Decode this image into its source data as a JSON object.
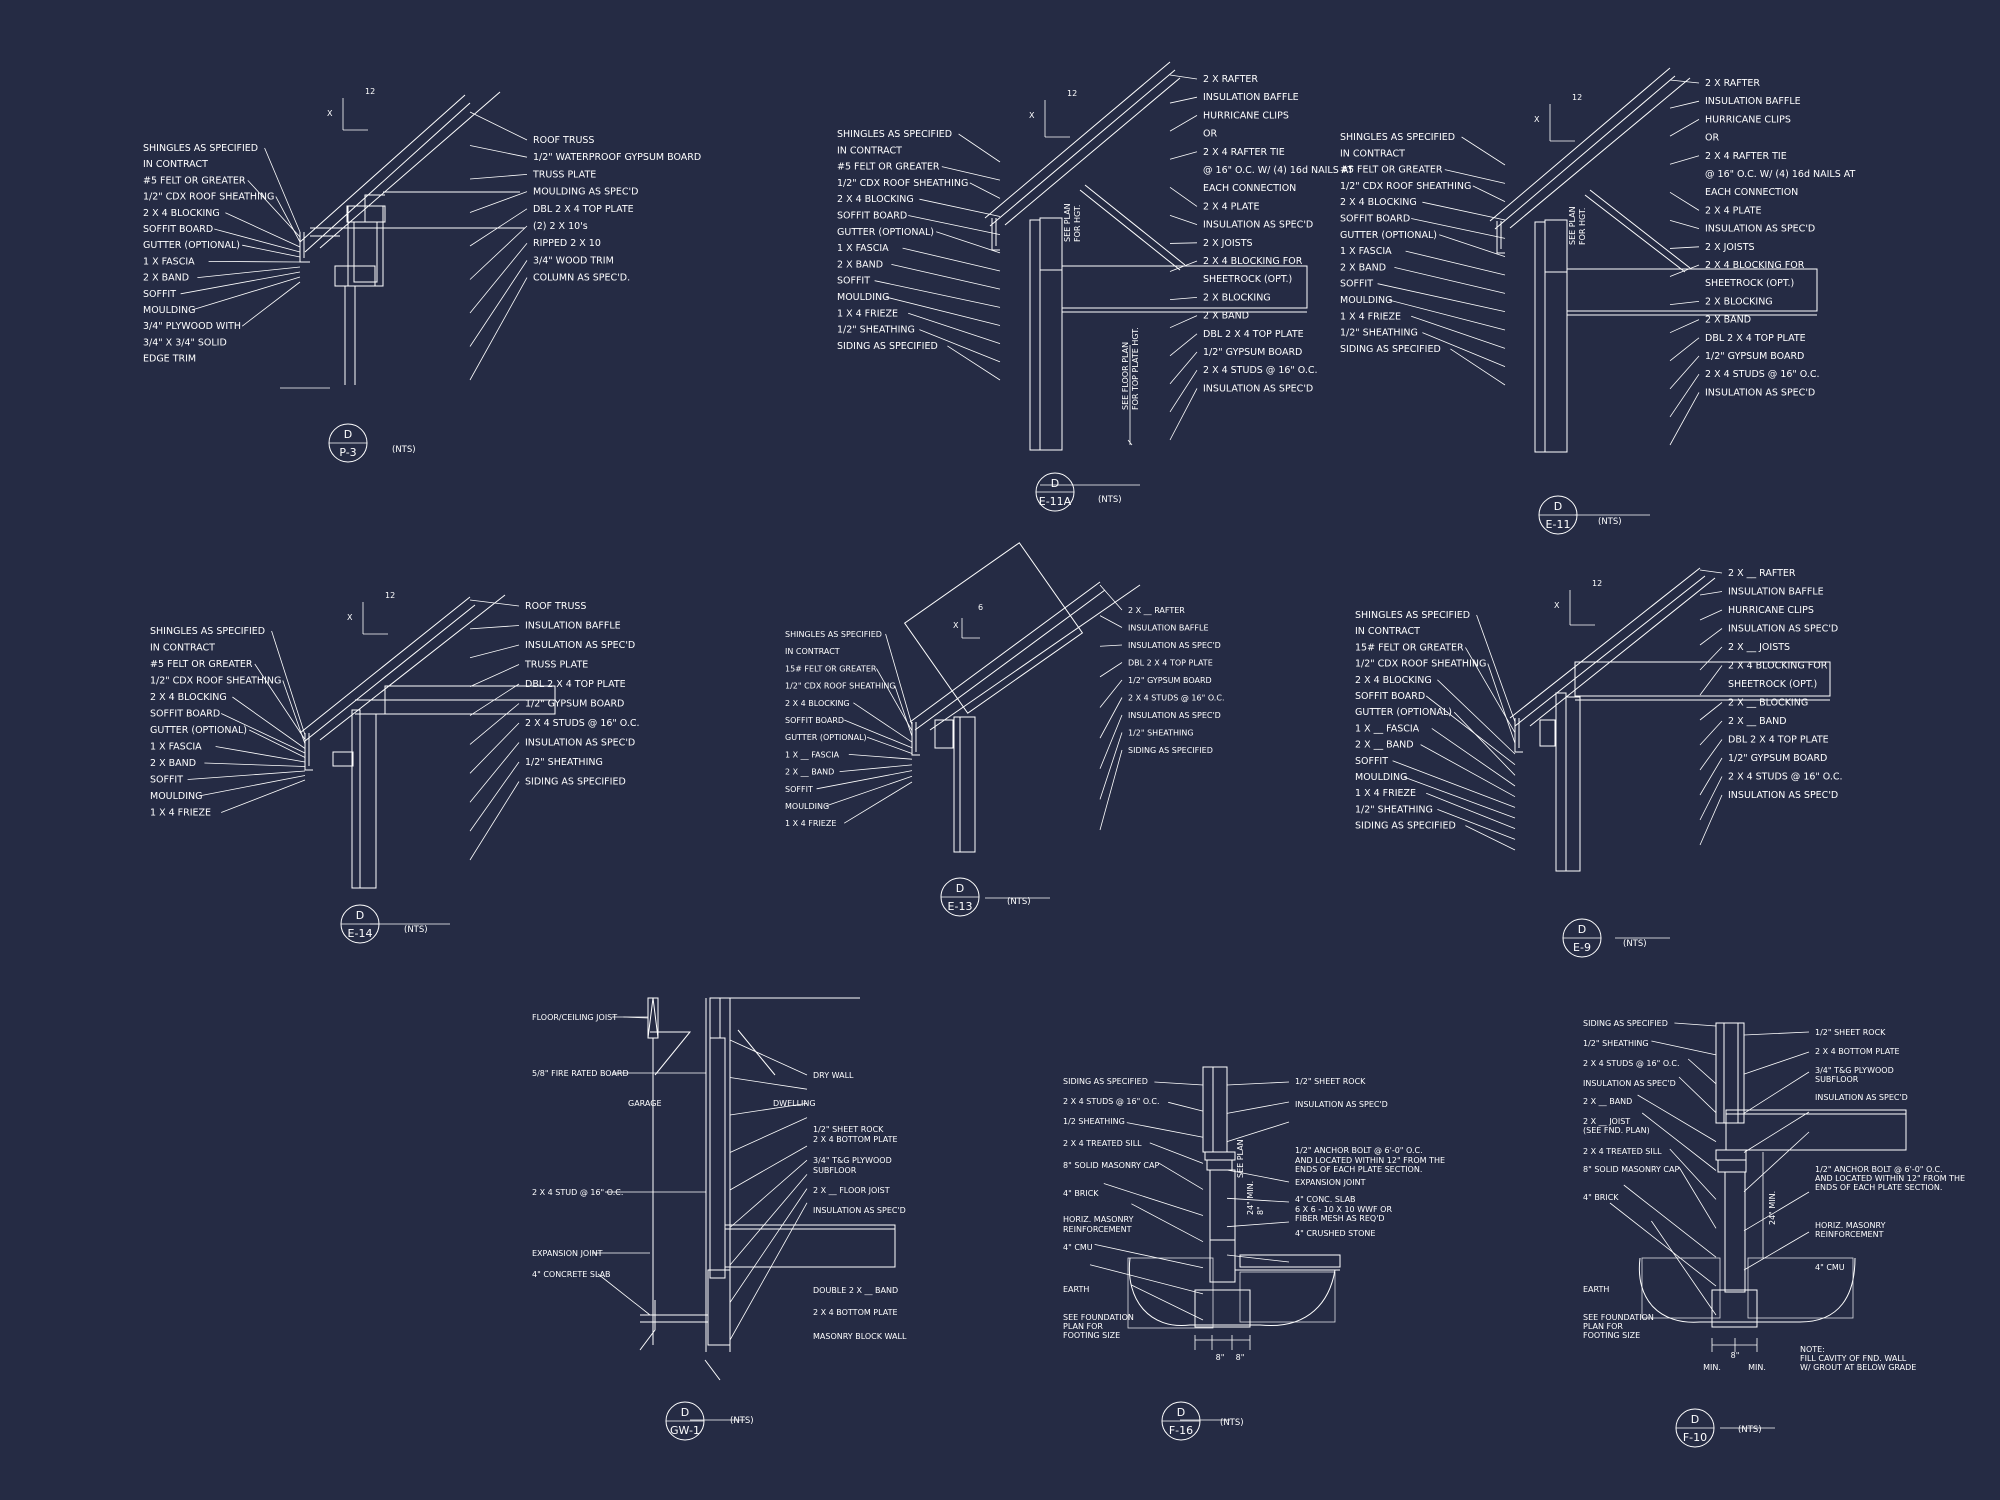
{
  "colors": {
    "background": "#252b44",
    "linework": "#ffffff"
  },
  "common": {
    "pitch": "12",
    "pitch_x": "X",
    "section_letter": "D",
    "scale": "(NTS)"
  },
  "details": {
    "p3": {
      "tag": "P-3",
      "left": [
        "SHINGLES AS SPECIFIED",
        "IN CONTRACT",
        "#5 FELT OR GREATER",
        "1/2\" CDX ROOF SHEATHING",
        "2 X 4 BLOCKING",
        "SOFFIT BOARD",
        "GUTTER (OPTIONAL)",
        "1 X  FASCIA",
        "2 X  BAND",
        "SOFFIT",
        "MOULDING",
        "3/4\" PLYWOOD WITH",
        "3/4\" X 3/4\" SOLID",
        "EDGE TRIM"
      ],
      "right": [
        "ROOF TRUSS",
        "1/2\" WATERPROOF GYPSUM BOARD",
        "TRUSS PLATE",
        "MOULDING AS SPEC'D",
        "DBL 2 X 4 TOP PLATE",
        "(2) 2 X 10's",
        "RIPPED 2 X 10",
        "3/4\" WOOD TRIM",
        "COLUMN AS SPEC'D."
      ]
    },
    "e11a": {
      "tag": "E-11A",
      "left": [
        "SHINGLES AS SPECIFIED",
        "IN CONTRACT",
        "#5 FELT OR GREATER",
        "1/2\" CDX ROOF SHEATHING",
        "2 X 4 BLOCKING",
        "SOFFIT BOARD",
        "GUTTER (OPTIONAL)",
        "1 X  FASCIA",
        "2 X  BAND",
        "SOFFIT",
        "MOULDING",
        "1 X 4 FRIEZE",
        "1/2\" SHEATHING",
        "SIDING AS SPECIFIED"
      ],
      "right": [
        "2 X  RAFTER",
        "INSULATION BAFFLE",
        "HURRICANE CLIPS",
        "OR",
        "2 X 4 RAFTER TIE",
        "@ 16\" O.C. W/ (4) 16d NAILS AT",
        "EACH CONNECTION",
        "2 X 4 PLATE",
        "INSULATION AS SPEC'D",
        "2 X  JOISTS",
        "2 X 4 BLOCKING FOR",
        "SHEETROCK (OPT.)",
        "2 X  BLOCKING",
        "2 X  BAND",
        "DBL 2 X 4 TOP PLATE",
        "1/2\" GYPSUM BOARD",
        "2 X 4 STUDS @ 16\" O.C.",
        "INSULATION AS SPEC'D"
      ],
      "vertical": [
        "SEE PLAN",
        "FOR HGT.",
        "SEE FLOOR PLAN",
        "FOR TOP PLATE HGT."
      ]
    },
    "e11": {
      "tag": "E-11",
      "left": [
        "SHINGLES AS SPECIFIED",
        "IN CONTRACT",
        "#5 FELT OR GREATER",
        "1/2\" CDX ROOF SHEATHING",
        "2 X 4 BLOCKING",
        "SOFFIT BOARD",
        "GUTTER (OPTIONAL)",
        "1 X  FASCIA",
        "2 X  BAND",
        "SOFFIT",
        "MOULDING",
        "1 X 4 FRIEZE",
        "1/2\" SHEATHING",
        "SIDING AS SPECIFIED"
      ],
      "right": [
        "2 X  RAFTER",
        "INSULATION BAFFLE",
        "HURRICANE CLIPS",
        "OR",
        "2 X 4 RAFTER TIE",
        "@ 16\" O.C. W/ (4) 16d NAILS AT",
        "EACH CONNECTION",
        "2 X 4 PLATE",
        "INSULATION AS SPEC'D",
        "2 X  JOISTS",
        "2 X 4 BLOCKING FOR",
        "SHEETROCK (OPT.)",
        "2 X  BLOCKING",
        "2 X  BAND",
        "DBL 2 X 4 TOP PLATE",
        "1/2\" GYPSUM BOARD",
        "2 X 4 STUDS @ 16\" O.C.",
        "INSULATION AS SPEC'D"
      ],
      "vertical": [
        "SEE PLAN",
        "FOR HGT."
      ]
    },
    "e14": {
      "tag": "E-14",
      "left": [
        "SHINGLES AS SPECIFIED",
        "IN CONTRACT",
        "#5 FELT OR GREATER",
        "1/2\" CDX ROOF SHEATHING",
        "2 X 4 BLOCKING",
        "SOFFIT BOARD",
        "GUTTER (OPTIONAL)",
        "1 X  FASCIA",
        "2 X  BAND",
        "SOFFIT",
        "MOULDING",
        "1 X 4 FRIEZE"
      ],
      "right": [
        "ROOF TRUSS",
        "INSULATION BAFFLE",
        "INSULATION AS SPEC'D",
        "TRUSS PLATE",
        "DBL 2 X 4 TOP PLATE",
        "1/2\" GYPSUM BOARD",
        "2 X 4 STUDS @ 16\" O.C.",
        "INSULATION AS SPEC'D",
        "1/2\" SHEATHING",
        "SIDING AS SPECIFIED"
      ]
    },
    "e13": {
      "tag": "E-13",
      "pitch": "6",
      "left": [
        "SHINGLES AS SPECIFIED",
        "IN CONTRACT",
        "15# FELT OR GREATER",
        "1/2\" CDX ROOF SHEATHING",
        "2 X 4 BLOCKING",
        "SOFFIT BOARD",
        "GUTTER (OPTIONAL)",
        "1 X __ FASCIA",
        "2 X __ BAND",
        "SOFFIT",
        "MOULDING",
        "1 X 4 FRIEZE"
      ],
      "right": [
        "2 X __ RAFTER",
        "INSULATION BAFFLE",
        "INSULATION AS SPEC'D",
        "DBL 2 X 4 TOP PLATE",
        "1/2\" GYPSUM BOARD",
        "2 X 4 STUDS @ 16\" O.C.",
        "INSULATION AS SPEC'D",
        "1/2\" SHEATHING",
        "SIDING AS SPECIFIED"
      ]
    },
    "e9": {
      "tag": "E-9",
      "left": [
        "SHINGLES AS SPECIFIED",
        "IN CONTRACT",
        "15# FELT OR GREATER",
        "1/2\" CDX ROOF SHEATHING",
        "2 X 4 BLOCKING",
        "SOFFIT BOARD",
        "GUTTER (OPTIONAL)",
        "1 X __ FASCIA",
        "2 X __ BAND",
        "SOFFIT",
        "MOULDING",
        "1 X 4 FRIEZE",
        "1/2\" SHEATHING",
        "SIDING AS SPECIFIED"
      ],
      "right": [
        "2 X __ RAFTER",
        "INSULATION BAFFLE",
        "HURRICANE CLIPS",
        "INSULATION AS SPEC'D",
        "2 X __ JOISTS",
        "2 X 4 BLOCKING FOR",
        "SHEETROCK (OPT.)",
        "2 X __ BLOCKING",
        "2 X __ BAND",
        "DBL 2 X 4 TOP PLATE",
        "1/2\" GYPSUM BOARD",
        "2 X 4 STUDS @ 16\" O.C.",
        "INSULATION AS SPEC'D"
      ]
    },
    "gw1": {
      "tag": "GW-1",
      "left": [
        "FLOOR/CEILING JOIST",
        "5/8\" FIRE RATED BOARD",
        "2 X 4 STUD @ 16\" O.C.",
        "EXPANSION JOINT",
        "4\" CONCRETE SLAB"
      ],
      "garage": "GARAGE",
      "dwelling": "DWELLING",
      "right": [
        "DRY WALL",
        "1/2\" SHEET ROCK",
        "2 X 4 BOTTOM PLATE",
        "3/4\" T&G PLYWOOD",
        "SUBFLOOR",
        "2 X __ FLOOR JOIST",
        "INSULATION AS SPEC'D",
        "DOUBLE 2 X __ BAND",
        "2 X 4 BOTTOM PLATE",
        "MASONRY BLOCK WALL"
      ]
    },
    "f16": {
      "tag": "F-16",
      "left": [
        "SIDING AS SPECIFIED",
        "2 X 4 STUDS @ 16\" O.C.",
        "1/2 SHEATHING",
        "2 X 4 TREATED SILL",
        "8\" SOLID MASONRY CAP",
        "4\" BRICK",
        "HORIZ. MASONRY",
        "REINFORCEMENT",
        "4\" CMU",
        "EARTH",
        "SEE FOUNDATION",
        "PLAN FOR",
        "FOOTING SIZE"
      ],
      "right": [
        "1/2\" SHEET ROCK",
        "INSULATION AS SPEC'D",
        "1/2\" ANCHOR BOLT @ 6'-0\" O.C.",
        "AND LOCATED WITHIN 12\" FROM THE",
        "ENDS OF EACH PLATE SECTION.",
        "EXPANSION JOINT",
        "4\" CONC. SLAB",
        "6 X 6 - 10 X 10 WWF OR",
        "FIBER MESH AS REQ'D",
        "4\" CRUSHED STONE"
      ],
      "vertical": [
        "SEE PLAN",
        "24\" MIN.",
        "8\""
      ],
      "dims": [
        "8\"",
        "8\""
      ]
    },
    "f10": {
      "tag": "F-10",
      "left": [
        "SIDING AS SPECIFIED",
        "1/2\" SHEATHING",
        "2 X 4 STUDS @ 16\" O.C.",
        "INSULATION AS SPEC'D",
        "2 X __ BAND",
        "2 X __ JOIST",
        "(SEE FND. PLAN)",
        "2 X 4 TREATED SILL",
        "8\" SOLID MASONRY CAP",
        "4\" BRICK",
        "EARTH",
        "SEE FOUNDATION",
        "PLAN FOR",
        "FOOTING SIZE"
      ],
      "right": [
        "1/2\" SHEET ROCK",
        "2 X 4 BOTTOM PLATE",
        "3/4\" T&G PLYWOOD",
        "SUBFLOOR",
        "INSULATION AS SPEC'D",
        "1/2\" ANCHOR BOLT @ 6'-0\" O.C.",
        "AND LOCATED WITHIN 12\" FROM THE",
        "ENDS OF EACH PLATE SECTION.",
        "HORIZ. MASONRY",
        "REINFORCEMENT",
        "4\" CMU"
      ],
      "vertical": [
        "24\" MIN."
      ],
      "dims": [
        "MIN.",
        "8\"",
        "MIN."
      ],
      "note": [
        "NOTE:",
        "FILL CAVITY OF FND. WALL",
        "W/ GROUT AT BELOW GRADE"
      ]
    }
  }
}
